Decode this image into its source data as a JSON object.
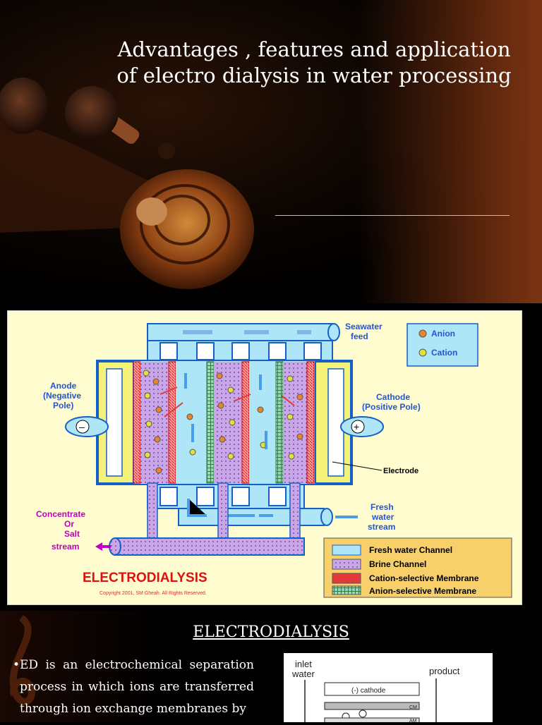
{
  "slide1": {
    "title_line1": "Advantages , features and application",
    "title_line2": "of electro dialysis in water processing"
  },
  "diagram": {
    "seawater_feed": [
      "Seawater",
      "feed"
    ],
    "legend_top": [
      "Anion",
      "Cation"
    ],
    "anode": [
      "Anode",
      "(Negative",
      "Pole)"
    ],
    "cathode": [
      "Cathode",
      "(Positive Pole)"
    ],
    "electrode": "Electrode",
    "concentrate": [
      "Concentrate",
      "Or",
      "Salt",
      "stream"
    ],
    "fresh": [
      "Fresh",
      "water",
      "stream"
    ],
    "legend_bottom": [
      "Fresh water Channel",
      "Brine Channel",
      "Cation-selective Membrane",
      "Anion-selective Membrane"
    ],
    "title": "ELECTRODIALYSIS",
    "copyright": "Copyright 2001, SM Gheah. All Rights Reserved."
  },
  "slide3": {
    "title": "ELECTRODIALYSIS",
    "bullet": "ED is an electrochemical separation process in which ions are transferred through ion exchange membranes by",
    "inlet_labels": [
      "inlet",
      "water",
      "product",
      "(-) cathode",
      "CM",
      "AM"
    ]
  },
  "colors": {
    "title_text": "#ffffff",
    "diagram_bg": "#fffccf",
    "fresh": "#aee6f7",
    "brine": "#c9a6e6",
    "cation_membrane": "#e23a3a",
    "anion_membrane": "#4aa36a",
    "frame": "#1560c8",
    "ion_anion": "#e9852a",
    "ion_cation": "#dfe23a",
    "legend_box": "#f7cf6b"
  }
}
